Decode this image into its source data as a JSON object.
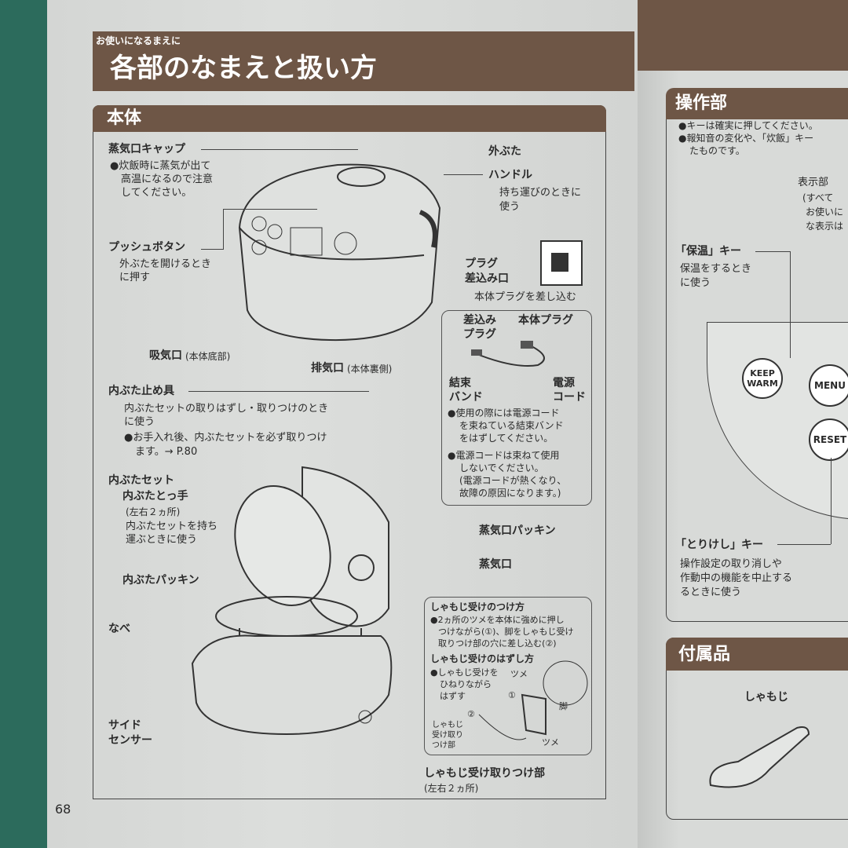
{
  "left_page": {
    "kicker": "お使いになるまえに",
    "title": "各部のなまえと扱い方",
    "section": "本体",
    "labels": {
      "steam_cap": "蒸気口キャップ",
      "steam_cap_note": [
        "●炊飯時に蒸気が出て",
        "高温になるので注意",
        "してください。"
      ],
      "push_button": "プッシュボタン",
      "push_button_note": [
        "外ぶたを開けるとき",
        "に押す"
      ],
      "outer_lid": "外ぶた",
      "handle": "ハンドル",
      "handle_note": [
        "持ち運びのときに",
        "使う"
      ],
      "plug_socket": [
        "プラグ",
        "差込み口"
      ],
      "plug_socket_note": "本体プラグを差し込む",
      "air_intake": "吸気口",
      "air_intake_note": "(本体底部)",
      "exhaust": "排気口",
      "exhaust_note": "(本体裏側)",
      "inner_lid_stopper": "内ぶた止め具",
      "inner_lid_stopper_note": [
        "内ぶたセットの取りはずし・取りつけのとき",
        "に使う"
      ],
      "inner_lid_stopper_bullet": [
        "●お手入れ後、内ぶたセットを必ず取りつけ",
        "ます。→ P.80"
      ],
      "inner_lid_set": "内ぶたセット",
      "inner_lid_knob": "内ぶたとっ手",
      "inner_lid_knob_note": [
        "(左右２ヵ所)",
        "内ぶたセットを持ち",
        "運ぶときに使う"
      ],
      "inner_lid_packing": "内ぶたパッキン",
      "pot": "なべ",
      "side_sensor": [
        "サイド",
        "センサー"
      ],
      "steam_packing": "蒸気口パッキン",
      "steam_vent": "蒸気口",
      "spatula_mount": "しゃもじ受け取りつけ部",
      "spatula_mount_note": "(左右２ヵ所)"
    },
    "cord_box": {
      "plug": [
        "差込み",
        "プラグ"
      ],
      "body_plug": "本体プラグ",
      "band": [
        "結束",
        "バンド"
      ],
      "cord": [
        "電源",
        "コード"
      ],
      "notes": [
        "●使用の際には電源コード",
        "を束ねている結束バンド",
        "をはずしてください。",
        "●電源コードは束ねて使用",
        "しないでください。",
        "(電源コードが熱くなり、",
        "故障の原因になります。)"
      ]
    },
    "spatula_box": {
      "attach_title": "しゃもじ受けのつけ方",
      "attach_notes": [
        "●2ヵ所のツメを本体に強めに押し",
        "つけながら(①)、脚をしゃもじ受け",
        "取りつけ部の穴に差し込む(②)"
      ],
      "remove_title": "しゃもじ受けのはずし方",
      "remove_notes": [
        "●しゃもじ受けを",
        "ひねりながら",
        "はずす"
      ],
      "claw": "ツメ",
      "leg": "脚",
      "mount": [
        "しゃもじ",
        "受け取り",
        "つけ部"
      ],
      "step1": "①",
      "step2": "②"
    },
    "page_number": "68"
  },
  "right_page": {
    "section": "操作部",
    "notes": [
      "●キーは確実に押してください。",
      "●報知音の変化や、「炊飯」キー",
      "たものです。"
    ],
    "display": "表示部",
    "display_note": [
      "(すべて",
      "お使いに",
      "な表示は"
    ],
    "keep_warm_key": "「保温」キー",
    "keep_warm_note": [
      "保温をするとき",
      "に使う"
    ],
    "keep_warm_btn": [
      "KEEP",
      "WARM"
    ],
    "menu_btn": "MENU",
    "reset_btn": "RESET",
    "cancel_key": "「とりけし」キー",
    "cancel_note": [
      "操作設定の取り消しや",
      "作動中の機能を中止する",
      "るときに使う"
    ],
    "accessories": "付属品",
    "spatula": "しゃもじ"
  },
  "colors": {
    "header": "#6e5646",
    "paper": "#d9dbd9",
    "background": "#2c6b5c"
  }
}
